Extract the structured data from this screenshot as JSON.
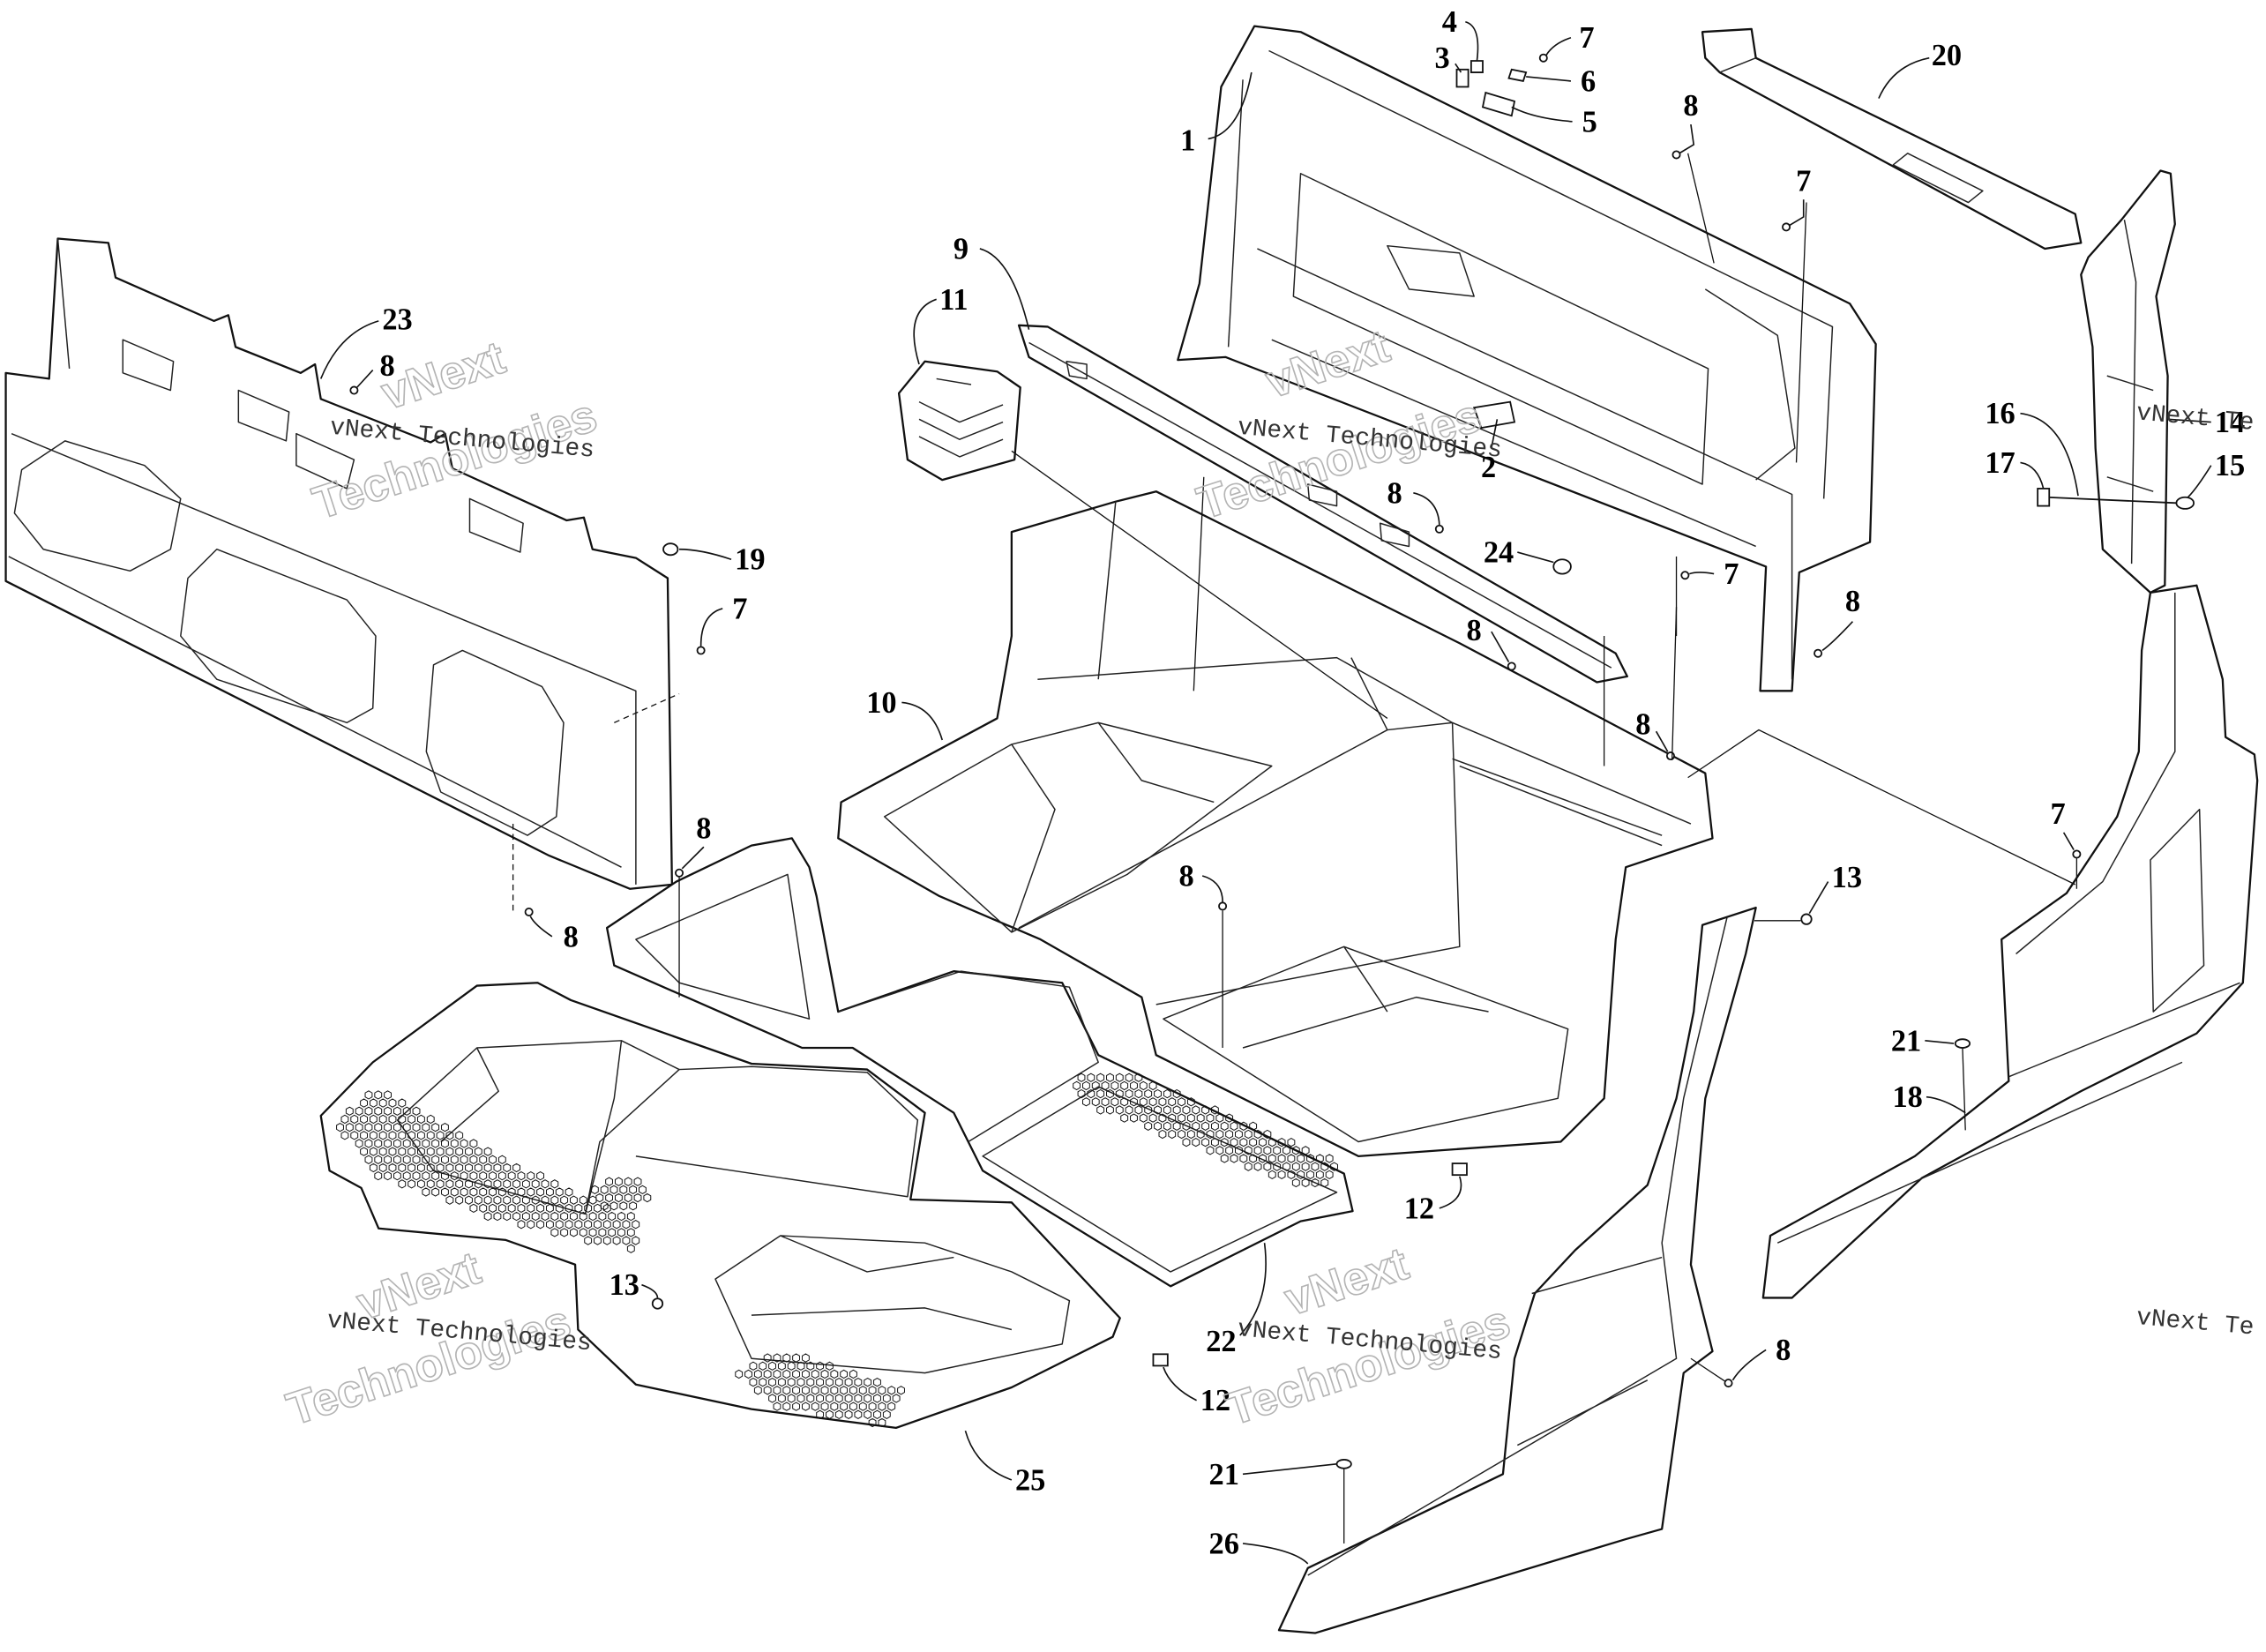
{
  "callouts": [
    "1",
    "2",
    "3",
    "4",
    "5",
    "6",
    "7",
    "8",
    "20",
    "7",
    "9",
    "11",
    "23",
    "8",
    "16",
    "14",
    "17",
    "15",
    "8",
    "24",
    "7",
    "19",
    "7",
    "8",
    "8",
    "10",
    "8",
    "8",
    "7",
    "13",
    "8",
    "8",
    "21",
    "18",
    "12",
    "13",
    "22",
    "12",
    "8",
    "21",
    "25",
    "26"
  ],
  "watermark": {
    "logo_word": "vNext",
    "logo_word_2": "Technologies",
    "caption": "vNext Technologies",
    "caption_cropped": "vNext Te"
  }
}
